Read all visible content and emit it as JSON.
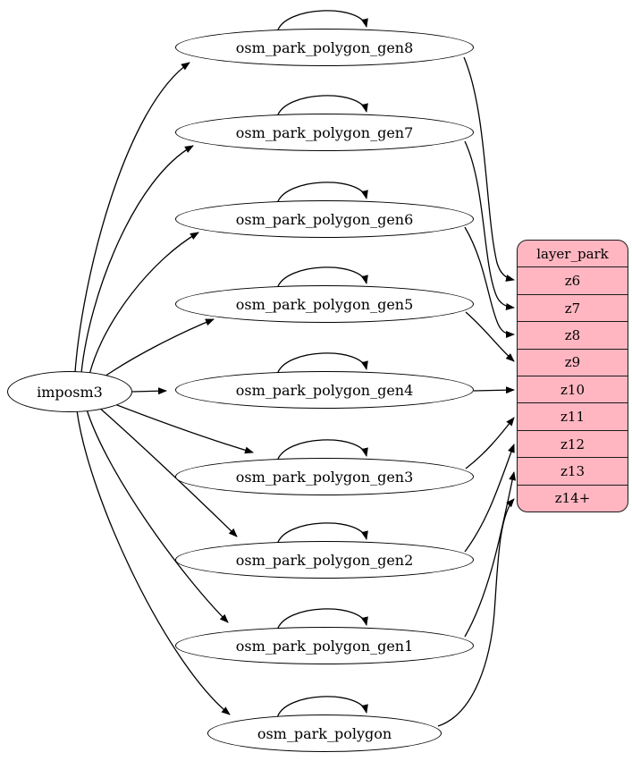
{
  "nodes": {
    "source": {
      "label": "imposm3"
    },
    "tables": [
      {
        "label": "osm_park_polygon_gen8"
      },
      {
        "label": "osm_park_polygon_gen7"
      },
      {
        "label": "osm_park_polygon_gen6"
      },
      {
        "label": "osm_park_polygon_gen5"
      },
      {
        "label": "osm_park_polygon_gen4"
      },
      {
        "label": "osm_park_polygon_gen3"
      },
      {
        "label": "osm_park_polygon_gen2"
      },
      {
        "label": "osm_park_polygon_gen1"
      },
      {
        "label": "osm_park_polygon"
      }
    ],
    "layer": {
      "title": "layer_park",
      "zoom_rows": [
        "z6",
        "z7",
        "z8",
        "z9",
        "z10",
        "z11",
        "z12",
        "z13",
        "z14+"
      ]
    }
  },
  "colors": {
    "layer_fill": "#ffb6c1",
    "node_fill": "#ffffff",
    "edge": "#000000",
    "border": "#000000",
    "background": "#ffffff"
  },
  "edges": [
    {
      "from": "imposm3",
      "to": "osm_park_polygon_gen8"
    },
    {
      "from": "imposm3",
      "to": "osm_park_polygon_gen7"
    },
    {
      "from": "imposm3",
      "to": "osm_park_polygon_gen6"
    },
    {
      "from": "imposm3",
      "to": "osm_park_polygon_gen5"
    },
    {
      "from": "imposm3",
      "to": "osm_park_polygon_gen4"
    },
    {
      "from": "imposm3",
      "to": "osm_park_polygon_gen3"
    },
    {
      "from": "imposm3",
      "to": "osm_park_polygon_gen2"
    },
    {
      "from": "imposm3",
      "to": "osm_park_polygon_gen1"
    },
    {
      "from": "imposm3",
      "to": "osm_park_polygon"
    },
    {
      "from": "osm_park_polygon_gen8",
      "to": "osm_park_polygon_gen8",
      "type": "self-loop"
    },
    {
      "from": "osm_park_polygon_gen7",
      "to": "osm_park_polygon_gen7",
      "type": "self-loop"
    },
    {
      "from": "osm_park_polygon_gen6",
      "to": "osm_park_polygon_gen6",
      "type": "self-loop"
    },
    {
      "from": "osm_park_polygon_gen5",
      "to": "osm_park_polygon_gen5",
      "type": "self-loop"
    },
    {
      "from": "osm_park_polygon_gen4",
      "to": "osm_park_polygon_gen4",
      "type": "self-loop"
    },
    {
      "from": "osm_park_polygon_gen3",
      "to": "osm_park_polygon_gen3",
      "type": "self-loop"
    },
    {
      "from": "osm_park_polygon_gen2",
      "to": "osm_park_polygon_gen2",
      "type": "self-loop"
    },
    {
      "from": "osm_park_polygon_gen1",
      "to": "osm_park_polygon_gen1",
      "type": "self-loop"
    },
    {
      "from": "osm_park_polygon",
      "to": "osm_park_polygon",
      "type": "self-loop"
    },
    {
      "from": "osm_park_polygon_gen8",
      "to": "layer_park.z6"
    },
    {
      "from": "osm_park_polygon_gen7",
      "to": "layer_park.z7"
    },
    {
      "from": "osm_park_polygon_gen6",
      "to": "layer_park.z8"
    },
    {
      "from": "osm_park_polygon_gen5",
      "to": "layer_park.z9"
    },
    {
      "from": "osm_park_polygon_gen4",
      "to": "layer_park.z10"
    },
    {
      "from": "osm_park_polygon_gen3",
      "to": "layer_park.z11"
    },
    {
      "from": "osm_park_polygon_gen2",
      "to": "layer_park.z12"
    },
    {
      "from": "osm_park_polygon_gen1",
      "to": "layer_park.z13"
    },
    {
      "from": "osm_park_polygon",
      "to": "layer_park.z14+"
    }
  ]
}
